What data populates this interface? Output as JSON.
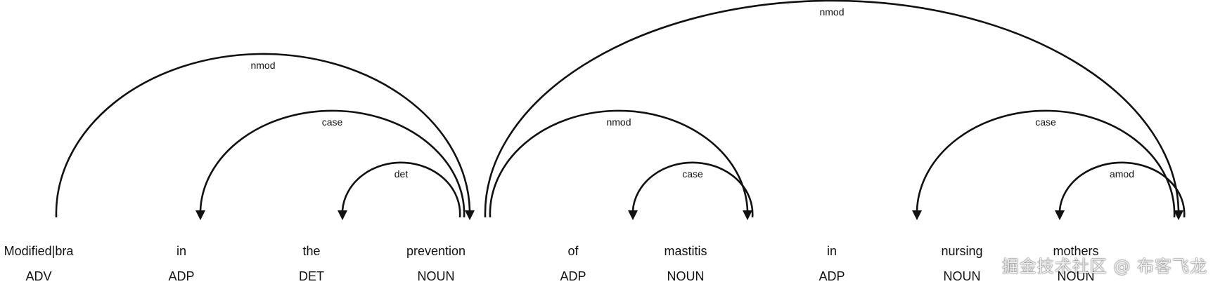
{
  "tokens": [
    {
      "word": "Modified|bra",
      "tag": "ADV"
    },
    {
      "word": "in",
      "tag": "ADP"
    },
    {
      "word": "the",
      "tag": "DET"
    },
    {
      "word": "prevention",
      "tag": "NOUN"
    },
    {
      "word": "of",
      "tag": "ADP"
    },
    {
      "word": "mastitis",
      "tag": "NOUN"
    },
    {
      "word": "in",
      "tag": "ADP"
    },
    {
      "word": "nursing",
      "tag": "NOUN"
    },
    {
      "word": "mothers",
      "tag": "NOUN"
    }
  ],
  "arcs": [
    {
      "label": "nmod",
      "from": 0,
      "to": 3
    },
    {
      "label": "case",
      "from": 3,
      "to": 1
    },
    {
      "label": "det",
      "from": 3,
      "to": 2
    },
    {
      "label": "nmod",
      "from": 3,
      "to": 8
    },
    {
      "label": "nmod",
      "from": 3,
      "to": 5
    },
    {
      "label": "case",
      "from": 5,
      "to": 4
    },
    {
      "label": "case",
      "from": 8,
      "to": 6
    },
    {
      "label": "amod",
      "from": 8,
      "to": 7
    }
  ],
  "watermark": "掘金技术社区 @ 布客飞龙"
}
